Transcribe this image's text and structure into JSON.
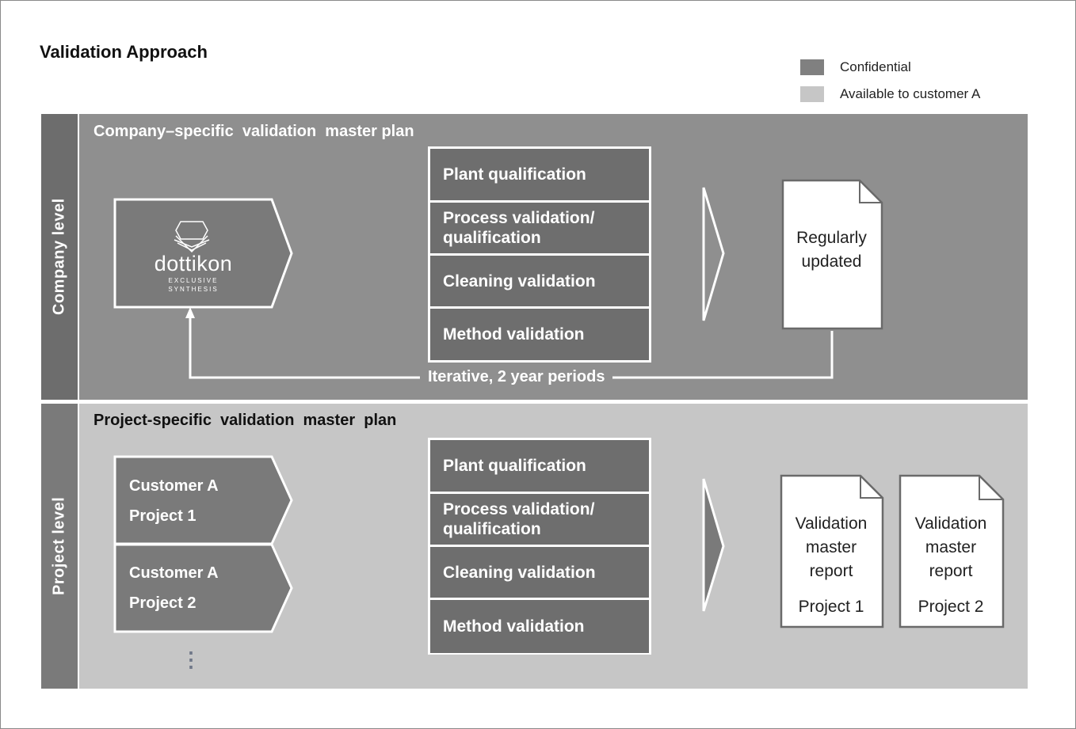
{
  "title": "Validation Approach",
  "legend": [
    {
      "label": "Confidential",
      "color": "#808080"
    },
    {
      "label": "Available to customer A",
      "color": "#c6c6c6"
    }
  ],
  "company": {
    "side_label": "Company level",
    "plan_title": "Company–specific  validation  master plan",
    "logo": {
      "brand": "dottikon",
      "line1": "EXCLUSIVE",
      "line2": "SYNTHESIS"
    },
    "stack": [
      "Plant qualification",
      "Process validation/ qualification",
      "Cleaning validation",
      "Method validation"
    ],
    "doc_text": "Regularly updated",
    "iteration_label": "Iterative, 2 year periods"
  },
  "project": {
    "side_label": "Project level",
    "plan_title": "Project-specific  validation  master  plan",
    "chevrons": [
      {
        "line1": "Customer A",
        "line2": "Project 1"
      },
      {
        "line1": "Customer A",
        "line2": "Project 2"
      }
    ],
    "ellipsis": "⋮",
    "stack": [
      "Plant qualification",
      "Process validation/ qualification",
      "Cleaning validation",
      "Method validation"
    ],
    "docs": [
      {
        "text": "Validation master report",
        "project": "Project 1"
      },
      {
        "text": "Validation master report",
        "project": "Project 2"
      }
    ]
  },
  "colors": {
    "confidential": "#8f8f8f",
    "available": "#c6c6c6",
    "side_dark": "#6d6d6d",
    "side_project": "#7a7a7a",
    "item": "#6e6e6e"
  }
}
